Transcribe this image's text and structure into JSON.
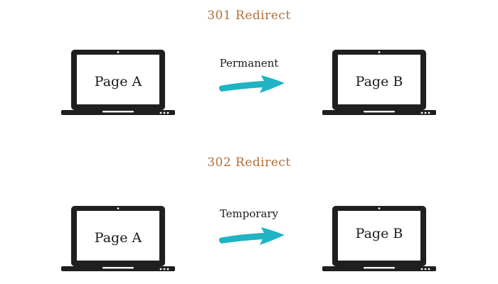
{
  "colors": {
    "title": "#b0703a",
    "laptop": "#1f1f1f",
    "arrow": "#1fb3c4"
  },
  "redirect_301": {
    "title": "301 Redirect",
    "label": "Permanent",
    "from_page": "Page A",
    "to_page": "Page B"
  },
  "redirect_302": {
    "title": "302 Redirect",
    "label": "Temporary",
    "from_page": "Page A",
    "to_page": "Page B"
  }
}
